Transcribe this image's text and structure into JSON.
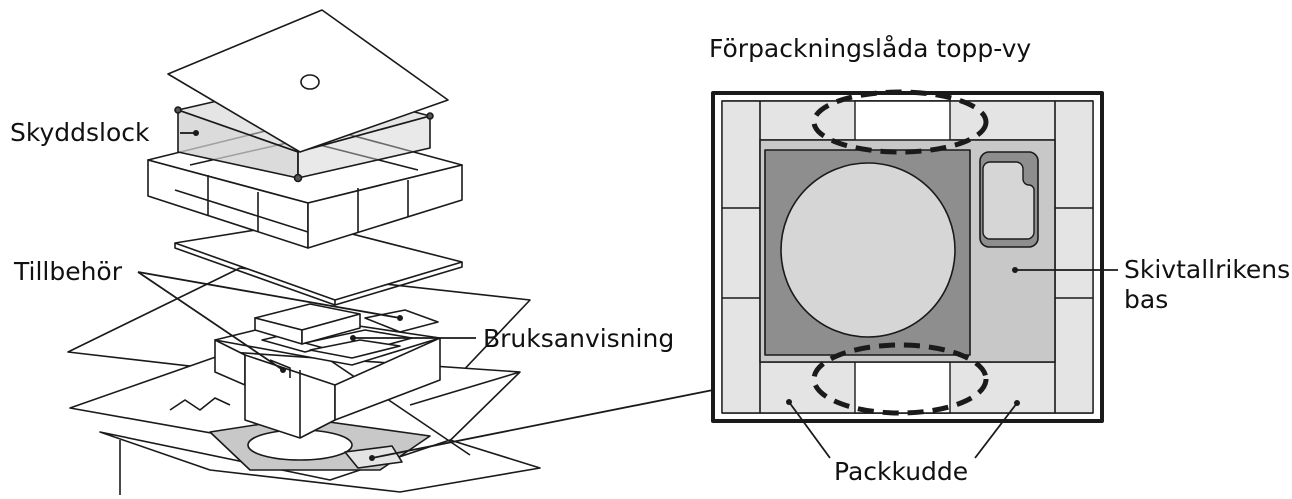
{
  "labels": {
    "protective_lid": "Skyddslock",
    "accessories": "Tillbehör",
    "manual": "Bruksanvisning",
    "top_view_title": "Förpackningslåda topp-vy",
    "turntable_base_line1": "Skivtallrikens",
    "turntable_base_line2": "bas",
    "packing_cushion": "Packkudde"
  },
  "colors": {
    "line": "#1a1a1a",
    "cushion": "#e4e4e4",
    "base": "#c8c8c8",
    "platter_area": "#8e8e8e",
    "platter": "#d6d6d6",
    "lid": "#cfcfcf"
  }
}
